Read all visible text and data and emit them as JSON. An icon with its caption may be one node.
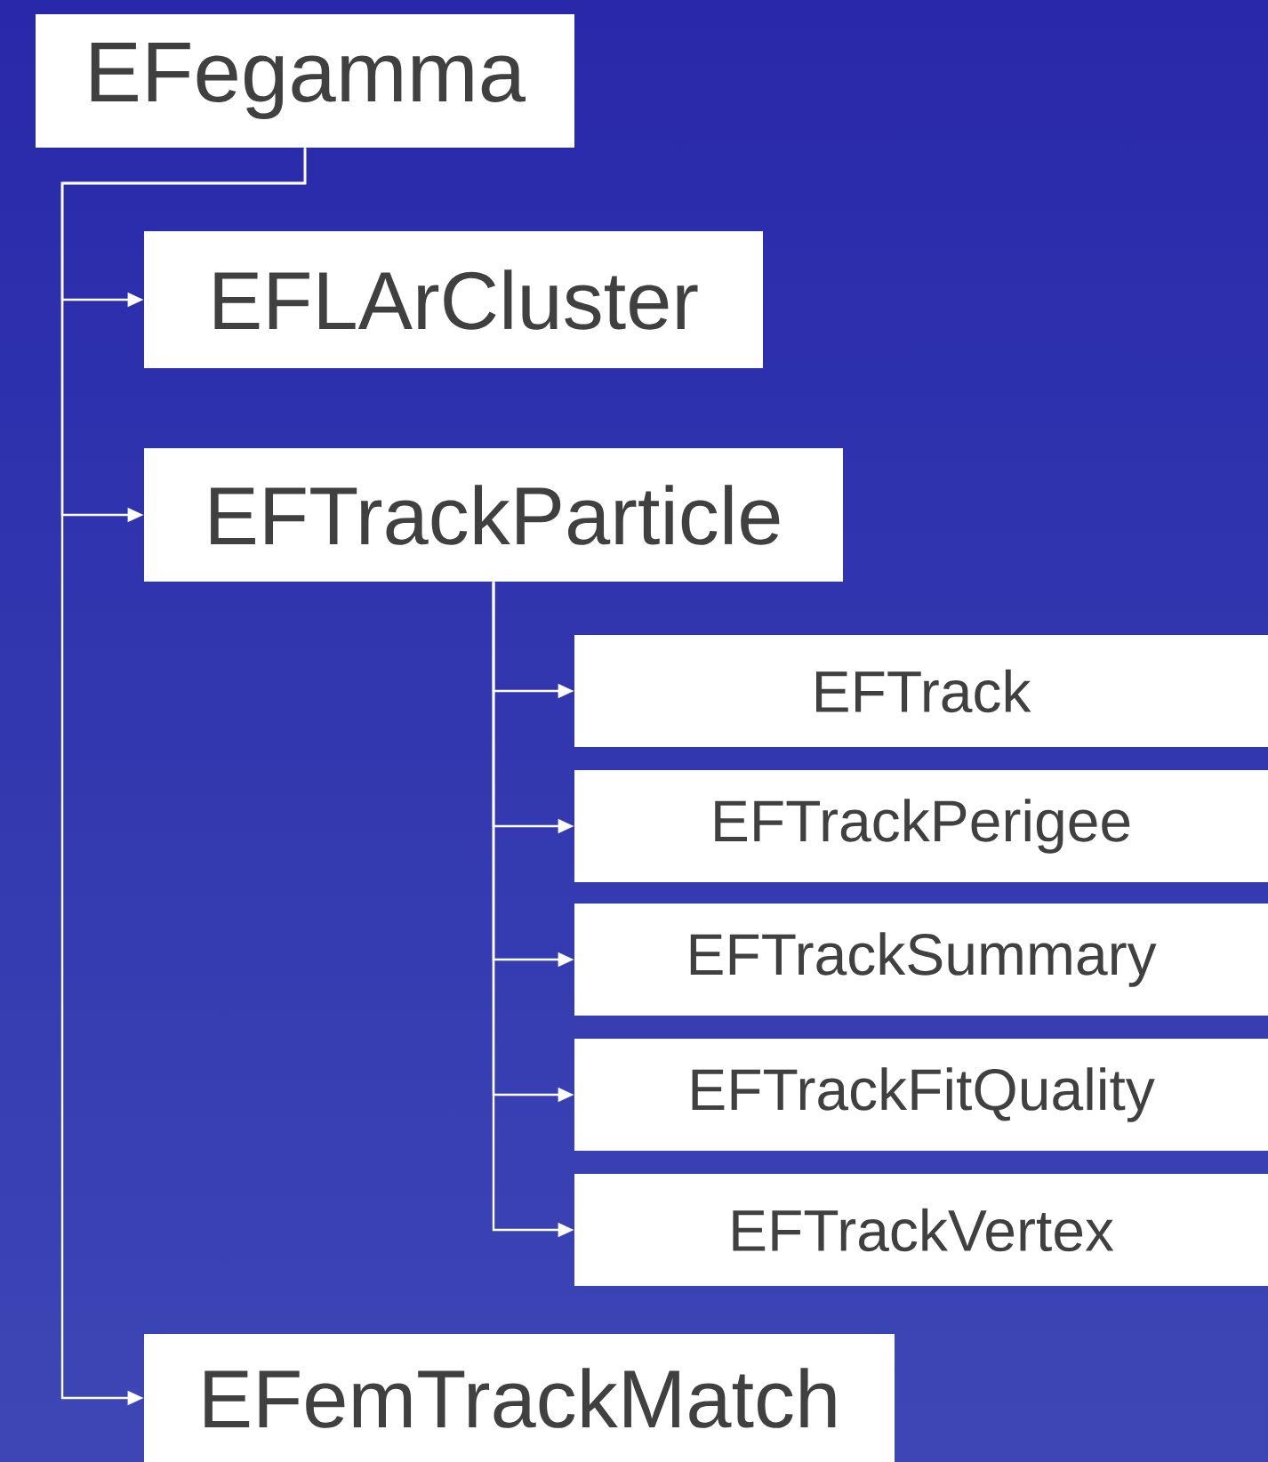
{
  "diagram": {
    "nodes": [
      {
        "text": [
          "EFegamma"
        ]
      },
      {
        "text": [
          "EFLArCluster"
        ]
      },
      {
        "text": [
          "EFTrackParticle"
        ]
      },
      {
        "text": [
          "EFTrack"
        ]
      },
      {
        "text": [
          "EFTrackPerigee"
        ]
      },
      {
        "text": [
          "EFTrackSummary"
        ]
      },
      {
        "text": [
          "EFTrackFitQuality"
        ]
      },
      {
        "text": [
          "EFTrackVertex"
        ]
      },
      {
        "text": [
          "EFemTrackMatch"
        ]
      }
    ],
    "edges": [
      {
        "from": 0,
        "to": 1,
        "arrow": "to"
      },
      {
        "from": 0,
        "to": 2,
        "arrow": "to"
      },
      {
        "from": 2,
        "to": 3,
        "arrow": "to"
      },
      {
        "from": 2,
        "to": 4,
        "arrow": "to"
      },
      {
        "from": 2,
        "to": 5,
        "arrow": "to"
      },
      {
        "from": 2,
        "to": 6,
        "arrow": "to"
      },
      {
        "from": 2,
        "to": 7,
        "arrow": "to"
      },
      {
        "from": 0,
        "to": 8,
        "arrow": "to"
      }
    ]
  }
}
